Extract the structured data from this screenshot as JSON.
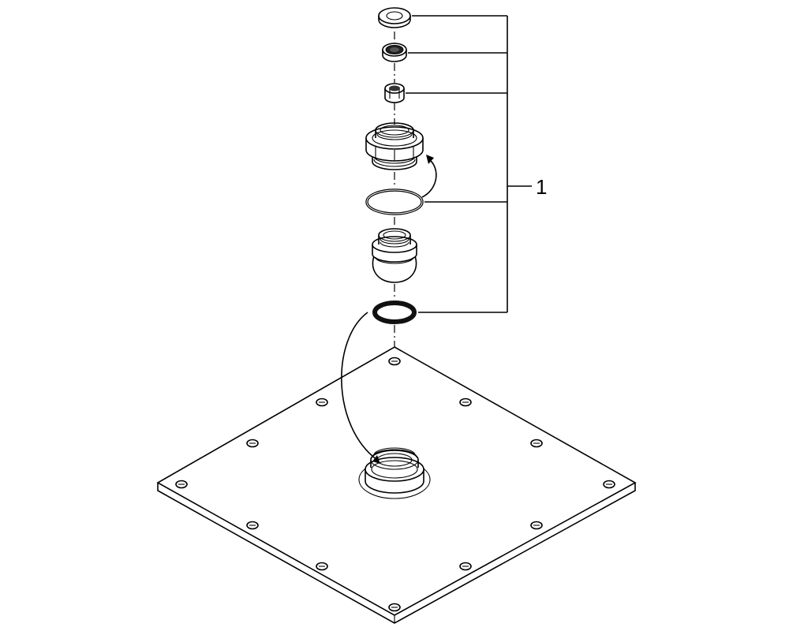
{
  "diagram": {
    "callout": {
      "label": "1"
    },
    "parts": [
      {
        "id": "flat-washer",
        "icon": "washer-icon"
      },
      {
        "id": "filter-screen",
        "icon": "screen-icon"
      },
      {
        "id": "flow-restrictor",
        "icon": "restrictor-icon"
      },
      {
        "id": "threaded-nut",
        "icon": "nut-icon"
      },
      {
        "id": "o-ring",
        "icon": "o-ring-icon"
      },
      {
        "id": "ball-joint",
        "icon": "ball-joint-icon"
      },
      {
        "id": "black-seal",
        "icon": "seal-icon"
      },
      {
        "id": "shower-plate",
        "icon": "plate-icon"
      }
    ],
    "colors": {
      "line": "#000000",
      "background": "#ffffff",
      "seal": "#111111"
    }
  }
}
